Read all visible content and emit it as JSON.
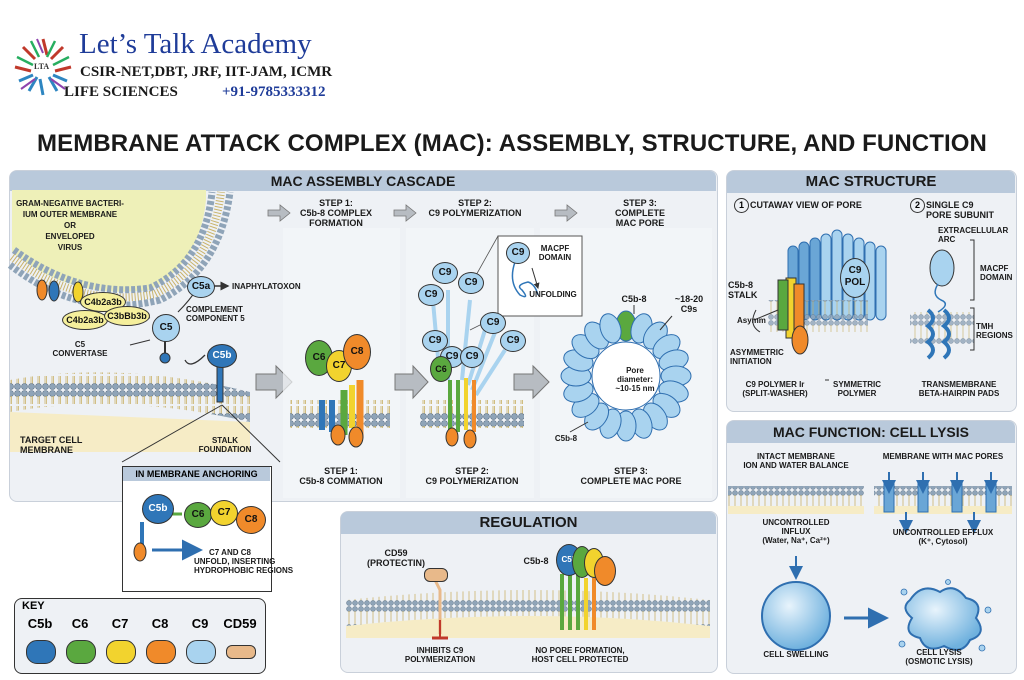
{
  "header": {
    "academy": "Let’s Talk Academy",
    "line1": "CSIR-NET,DBT, JRF, IIT-JAM, ICMR",
    "line2": "LIFE SCIENCES",
    "phone": "+91-9785333312",
    "logo_text": "LTA"
  },
  "title": "MEMBRANE ATTACK COMPLEX (MAC): ASSEMBLY, STRUCTURE, AND FUNCTION",
  "assembly": {
    "title": "MAC ASSEMBLY CASCADE",
    "gram_neg": "GRAM-NEGATIVE BACTERI-\nIUM OUTER MEMBRANE\nOR\nENVELOPED\nVIRUS",
    "c4b2a3b": "C4b2a3b",
    "c4b2a3b_2": "C4b2a3b",
    "c3bbb3b": "C3bBb3b",
    "c5": "C5",
    "c5a": "C5a",
    "inaphylatoxon": "INAPHYLATOXON",
    "complement": "COMPLEMENT\nCOMPONENT 5",
    "convertase": "C5\nCONVERTASE",
    "c5b": "C5b",
    "target": "TARGET CELL\nMEMBRANE",
    "stalk": "STALK\nFOUNDATION",
    "step1_top": "STEP 1:\nC5b-8 COMPLEX\nFORMATION",
    "step2_top": "STEP 2:\nC9 POLYMERIZATION",
    "step3_top": "STEP 3:\nCOMPLETE\nMAC PORE",
    "step1_bottom": "STEP 1:\nC5b-8 COMMATION",
    "step2_bottom": "STEP 2:\nC9 POLYMERIZATION",
    "step3_bottom": "STEP 3:\nCOMPLETE MAC PORE",
    "c6": "C6",
    "c7": "C7",
    "c8": "C8",
    "c9": "C9",
    "macpf_domain": "MACPF\nDOMAIN",
    "unfolding": "UNFOLDING",
    "c5b8": "C5b-8",
    "c9s": "~18-20\nC9s",
    "pore_diameter": "Pore\ndiameter:\n~10-15 nm",
    "c5b8_bottom": "C5b-8"
  },
  "anchoring": {
    "title": "IN MEMBRANE ANCHORING",
    "c5b": "C5b",
    "c6": "C6",
    "c7": "C7",
    "c8": "C8",
    "caption": "C7 AND C8\nUNFOLD, INSERTING\nHYDROPHOBIC REGIONS"
  },
  "key": {
    "title": "KEY",
    "items": [
      {
        "label": "C5b",
        "color": "#2f76b8"
      },
      {
        "label": "C6",
        "color": "#5aa83f"
      },
      {
        "label": "C7",
        "color": "#f2d32e"
      },
      {
        "label": "C8",
        "color": "#f08a2a"
      },
      {
        "label": "C9",
        "color": "#a9d3ef"
      },
      {
        "label": "CD59",
        "color": "#e8b98a"
      }
    ]
  },
  "regulation": {
    "title": "REGULATION",
    "cd59": "CD59\n(PROTECTIN)",
    "c5b8": "C5b-8",
    "c5b": "C5b",
    "inhibits": "INHIBITS C9\nPOLYMERIZATION",
    "no_pore": "NO PORE FORMATION,\nHOST CELL PROTECTED"
  },
  "structure": {
    "title": "MAC STRUCTURE",
    "n1": "1",
    "cutaway": "CUTAWAY VIEW OF PORE",
    "n2": "2",
    "single": "SINGLE C9\nPORE SUBUNIT",
    "c5b8_stalk": "C5b-8\nSTALK",
    "c9pol": "C9\nPOL",
    "asymm": "Asymm",
    "asym_init": "ASYMMETRIC\nINITIATION",
    "c9_polymer": "C9 POLYMER Ir\n(SPLIT-WASHER)",
    "sym_polymer": "SYMMETRIC\nPOLYMER",
    "extracellular": "EXTRACELLULAR\nARC",
    "macpf": "MACPF\nDOMAIN",
    "tmh": "TMH\nREGIONS",
    "transmembrane": "TRANSMEMBRANE\nBETA-HAIRPIN PADS"
  },
  "function": {
    "title": "MAC FUNCTION: CELL LYSIS",
    "intact": "INTACT MEMBRANE\nION AND WATER BALANCE",
    "with_pores": "MEMBRANE WITH MAC PORES",
    "influx": "UNCONTROLLED\nINFLUX\n(Water, Na⁺, Ca²⁺)",
    "efflux": "UNCONTROLLED EFFLUX\n(K⁺, Cytosol)",
    "swelling": "CELL SWELLING",
    "lysis": "CELL LYSIS\n(OSMOTIC LYSIS)"
  }
}
